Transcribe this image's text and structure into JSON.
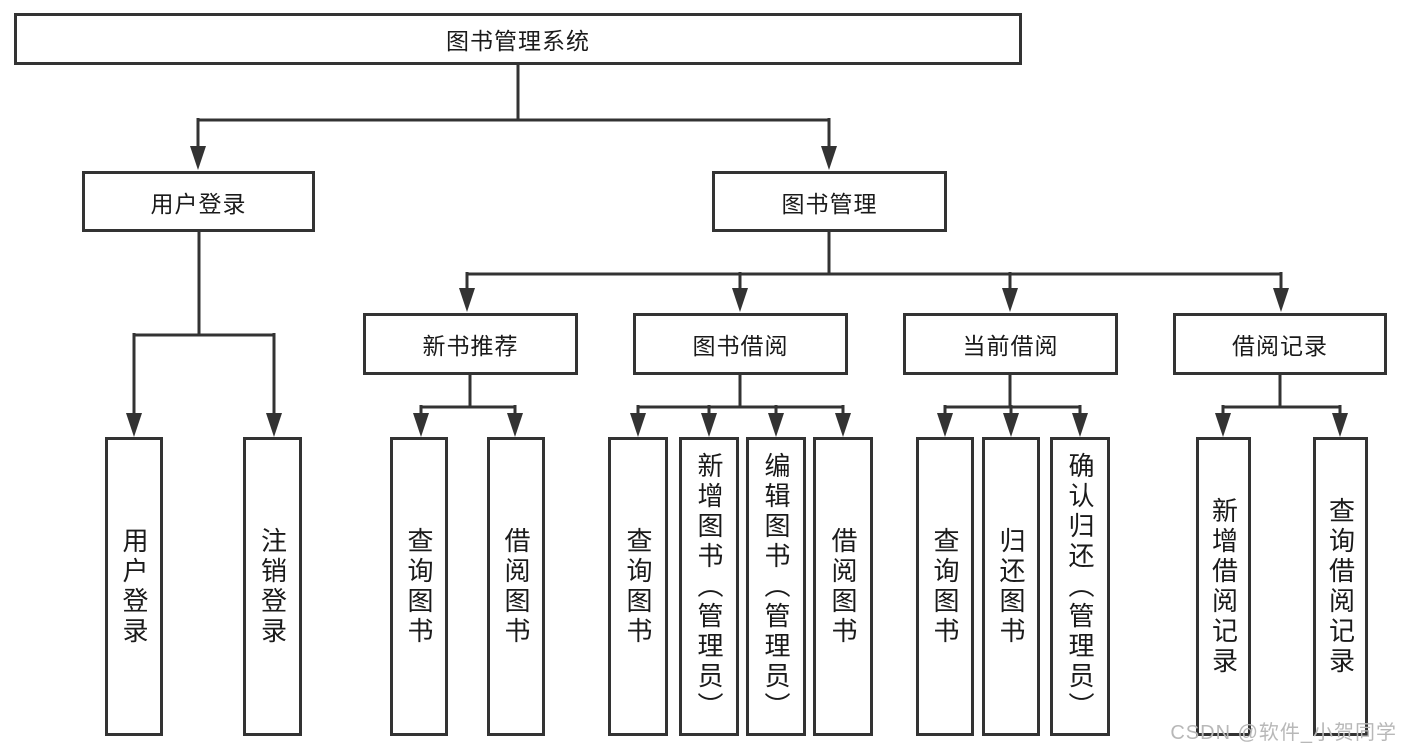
{
  "diagram": {
    "root": {
      "label": "图书管理系统"
    },
    "level2": [
      {
        "label": "用户登录"
      },
      {
        "label": "图书管理"
      }
    ],
    "level3": [
      {
        "label": "新书推荐"
      },
      {
        "label": "图书借阅"
      },
      {
        "label": "当前借阅"
      },
      {
        "label": "借阅记录"
      }
    ],
    "leaves": {
      "user_login": [
        {
          "label": "用户登录"
        },
        {
          "label": "注销登录"
        }
      ],
      "new_book_recommend": [
        {
          "label": "查询图书"
        },
        {
          "label": "借阅图书"
        }
      ],
      "book_borrow": [
        {
          "label": "查询图书"
        },
        {
          "label": "新增图书（管理员）"
        },
        {
          "label": "编辑图书（管理员）"
        },
        {
          "label": "借阅图书"
        }
      ],
      "current_borrow": [
        {
          "label": "查询图书"
        },
        {
          "label": "归还图书"
        },
        {
          "label": "确认归还（管理员）"
        }
      ],
      "borrow_record": [
        {
          "label": "新增借阅记录"
        },
        {
          "label": "查询借阅记录"
        }
      ]
    },
    "watermark": "CSDN @软件_小贺同学",
    "colors": {
      "line": "#333333",
      "box_border": "#333333",
      "text": "#1a1a1a",
      "watermark": "#b8b8b8",
      "background": "#ffffff"
    }
  }
}
